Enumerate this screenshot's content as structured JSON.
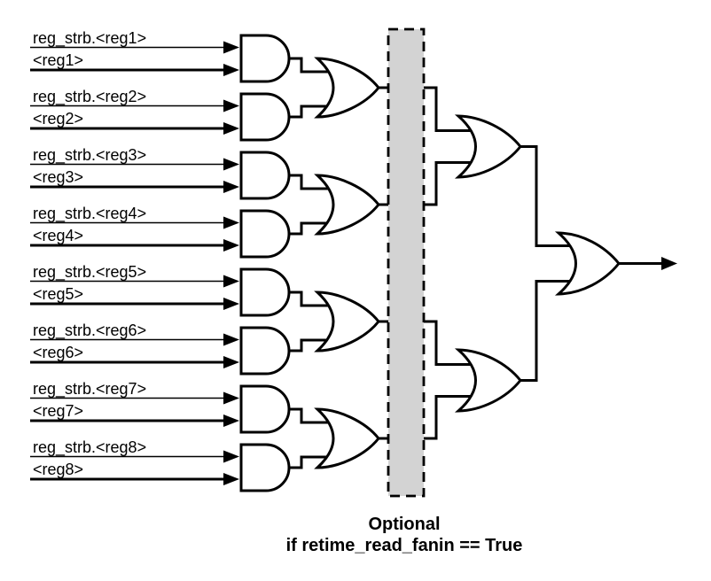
{
  "diagram": {
    "inputs": [
      {
        "strobe": "reg_strb.<reg1>",
        "value": "<reg1>"
      },
      {
        "strobe": "reg_strb.<reg2>",
        "value": "<reg2>"
      },
      {
        "strobe": "reg_strb.<reg3>",
        "value": "<reg3>"
      },
      {
        "strobe": "reg_strb.<reg4>",
        "value": "<reg4>"
      },
      {
        "strobe": "reg_strb.<reg5>",
        "value": "<reg5>"
      },
      {
        "strobe": "reg_strb.<reg6>",
        "value": "<reg6>"
      },
      {
        "strobe": "reg_strb.<reg7>",
        "value": "<reg7>"
      },
      {
        "strobe": "reg_strb.<reg8>",
        "value": "<reg8>"
      }
    ],
    "caption": {
      "line1": "Optional",
      "line2": "if retime_read_fanin == True"
    },
    "colors": {
      "line": "#000000",
      "text": "#000000",
      "background": "#ffffff",
      "retime_box_fill": "#d3d3d3",
      "retime_box_border": "#000000"
    }
  }
}
